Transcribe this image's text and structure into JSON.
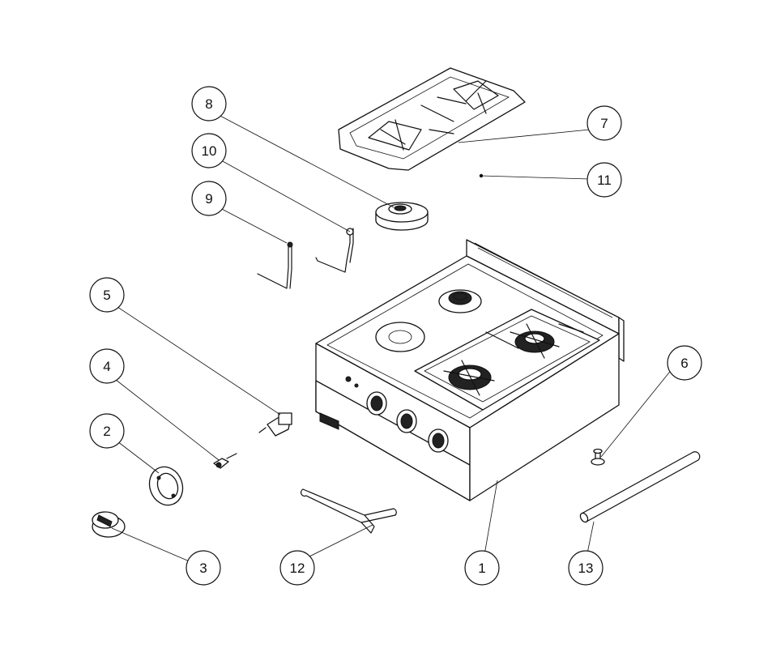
{
  "callouts": [
    {
      "number": "1"
    },
    {
      "number": "2"
    },
    {
      "number": "3"
    },
    {
      "number": "4"
    },
    {
      "number": "5"
    },
    {
      "number": "6"
    },
    {
      "number": "7"
    },
    {
      "number": "8"
    },
    {
      "number": "9"
    },
    {
      "number": "10"
    },
    {
      "number": "11"
    },
    {
      "number": "12"
    },
    {
      "number": "13"
    }
  ],
  "colors": {
    "line": "#111111",
    "background": "#ffffff"
  }
}
